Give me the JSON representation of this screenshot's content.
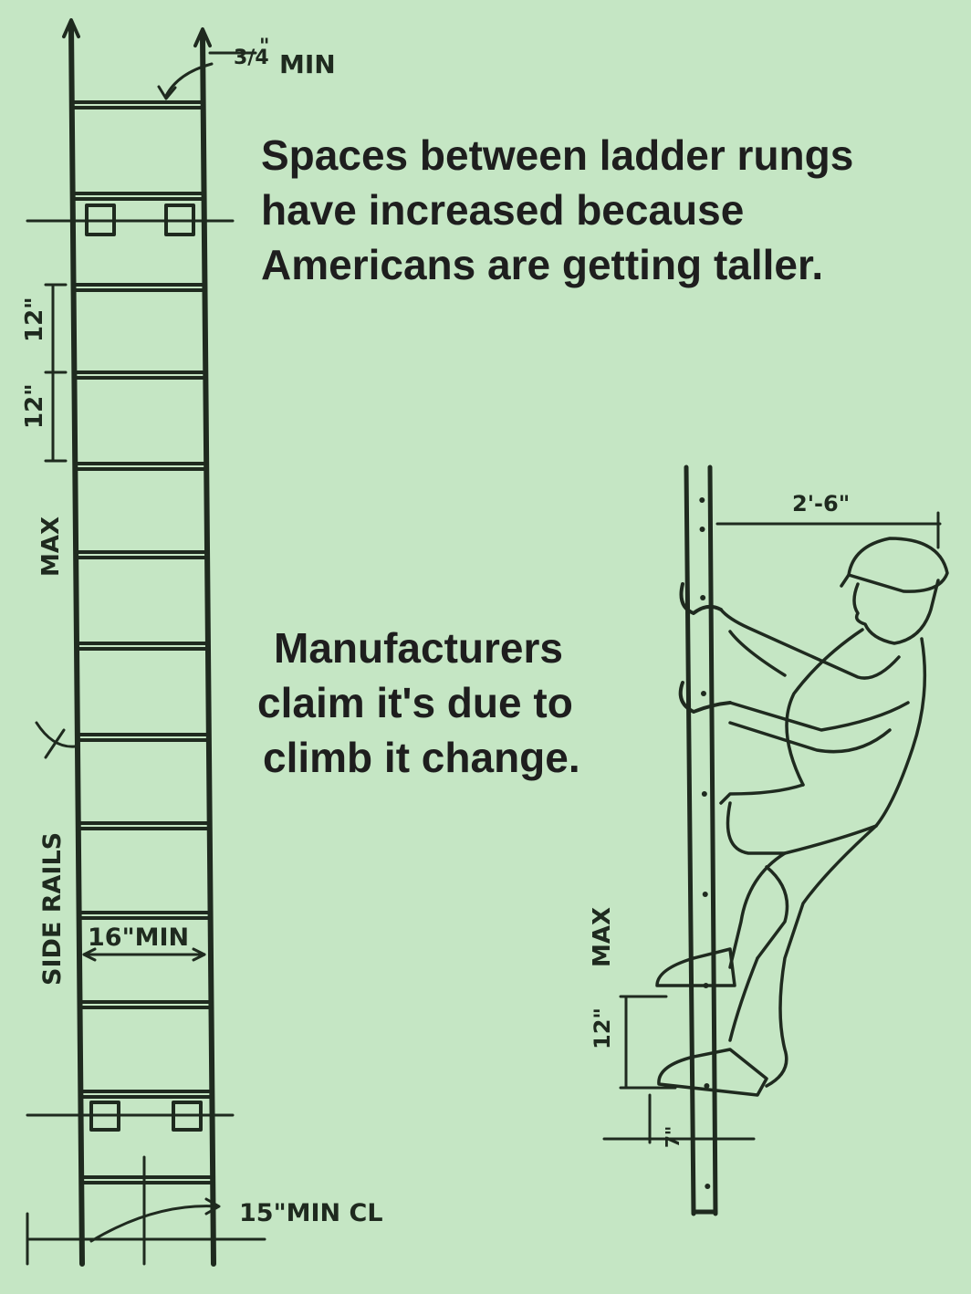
{
  "caption_top": {
    "line1": "Spaces between ladder rungs",
    "line2": "have increased because",
    "line3": "Americans are getting taller."
  },
  "caption_middle": {
    "line1": "Manufacturers",
    "line2": "claim it's due to",
    "line3": "climb it change."
  },
  "left_ladder_labels": {
    "top_clearance_fraction": "3/4",
    "top_clearance_inch": "\"",
    "top_clearance_min": "MIN",
    "rung_spacing_upper": "12\"",
    "rung_spacing_lower": "12\"",
    "max": "MAX",
    "side_rails": "SIDE RAILS",
    "width_min": "16\"MIN",
    "bottom_clearance": "15\"MIN CL"
  },
  "right_ladder_labels": {
    "back_clearance": "2'-6\"",
    "max": "MAX",
    "rung_spacing": "12\"",
    "rung_diameter": "7\""
  },
  "colors": {
    "background": "#c5e6c4",
    "ink": "#1f2a1f",
    "text": "#1e1e1e"
  }
}
